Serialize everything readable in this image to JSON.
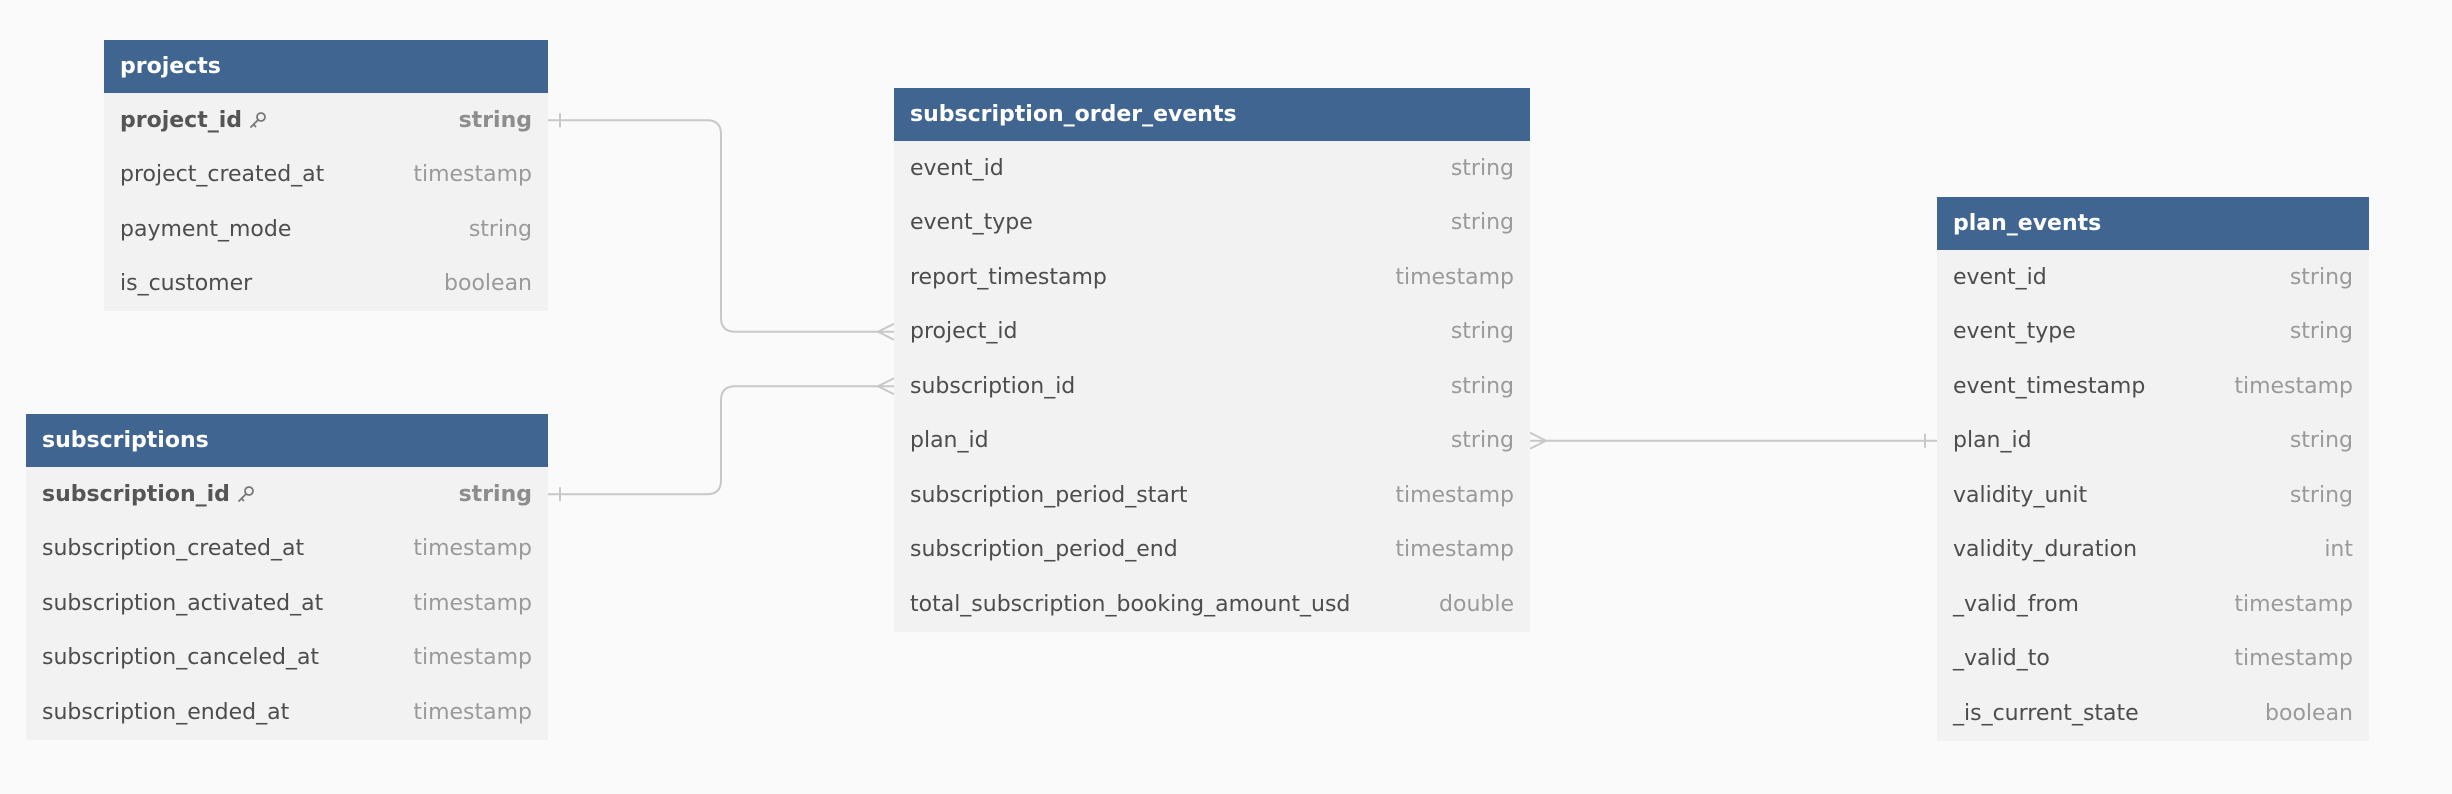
{
  "diagram": {
    "tables": [
      {
        "id": "projects",
        "title": "projects",
        "columns": [
          {
            "name": "project_id",
            "type": "string",
            "pk": true
          },
          {
            "name": "project_created_at",
            "type": "timestamp"
          },
          {
            "name": "payment_mode",
            "type": "string"
          },
          {
            "name": "is_customer",
            "type": "boolean"
          }
        ]
      },
      {
        "id": "subscriptions",
        "title": "subscriptions",
        "columns": [
          {
            "name": "subscription_id",
            "type": "string",
            "pk": true
          },
          {
            "name": "subscription_created_at",
            "type": "timestamp"
          },
          {
            "name": "subscription_activated_at",
            "type": "timestamp"
          },
          {
            "name": "subscription_canceled_at",
            "type": "timestamp"
          },
          {
            "name": "subscription_ended_at",
            "type": "timestamp"
          }
        ]
      },
      {
        "id": "subscription_order_events",
        "title": "subscription_order_events",
        "columns": [
          {
            "name": "event_id",
            "type": "string"
          },
          {
            "name": "event_type",
            "type": "string"
          },
          {
            "name": "report_timestamp",
            "type": "timestamp"
          },
          {
            "name": "project_id",
            "type": "string"
          },
          {
            "name": "subscription_id",
            "type": "string"
          },
          {
            "name": "plan_id",
            "type": "string"
          },
          {
            "name": "subscription_period_start",
            "type": "timestamp"
          },
          {
            "name": "subscription_period_end",
            "type": "timestamp"
          },
          {
            "name": "total_subscription_booking_amount_usd",
            "type": "double"
          }
        ]
      },
      {
        "id": "plan_events",
        "title": "plan_events",
        "columns": [
          {
            "name": "event_id",
            "type": "string"
          },
          {
            "name": "event_type",
            "type": "string"
          },
          {
            "name": "event_timestamp",
            "type": "timestamp"
          },
          {
            "name": "plan_id",
            "type": "string"
          },
          {
            "name": "validity_unit",
            "type": "string"
          },
          {
            "name": "validity_duration",
            "type": "int"
          },
          {
            "name": "_valid_from",
            "type": "timestamp"
          },
          {
            "name": "_valid_to",
            "type": "timestamp"
          },
          {
            "name": "_is_current_state",
            "type": "boolean"
          }
        ]
      }
    ],
    "relations": [
      {
        "from_table": "projects",
        "from_column": "project_id",
        "from_cardinality": "one",
        "to_table": "subscription_order_events",
        "to_column": "project_id",
        "to_cardinality": "many"
      },
      {
        "from_table": "subscriptions",
        "from_column": "subscription_id",
        "from_cardinality": "one",
        "to_table": "subscription_order_events",
        "to_column": "subscription_id",
        "to_cardinality": "many"
      },
      {
        "from_table": "plan_events",
        "from_column": "plan_id",
        "from_cardinality": "one",
        "to_table": "subscription_order_events",
        "to_column": "plan_id",
        "to_cardinality": "many"
      }
    ],
    "colors": {
      "header_bg": "#406590",
      "header_text": "#ffffff",
      "body_bg": "#f2f2f2",
      "column_name": "#4d4d4d",
      "column_type": "#9a9a9a",
      "relation_line": "#c8c8c8",
      "canvas_bg": "#fafafa"
    }
  }
}
